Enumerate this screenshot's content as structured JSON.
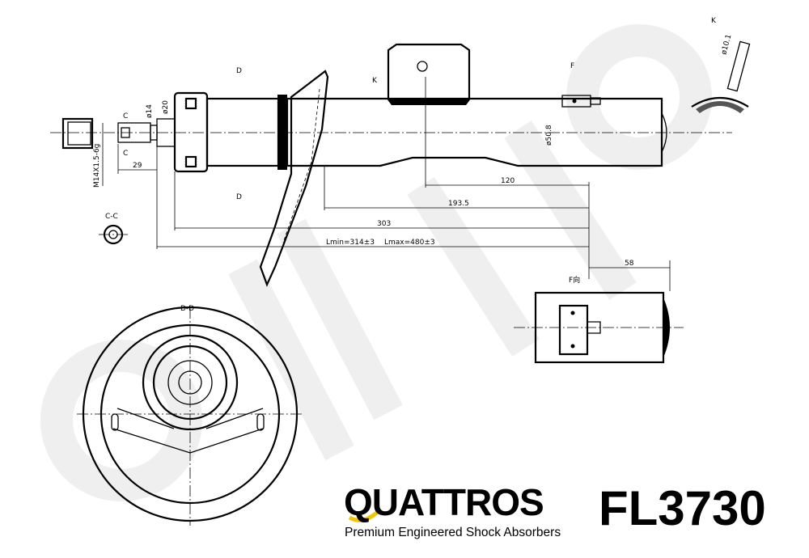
{
  "watermark": {
    "brand": "QUATTROS",
    "tagline": "Premium Engineered Shock Absorbers"
  },
  "labels": {
    "section_d_top": "D",
    "section_d_bottom": "D",
    "view_k_marker": "K",
    "view_f_marker": "F",
    "view_k_title": "K",
    "dia_10_1": "ø10.1",
    "dia_50_8": "ø50.8",
    "dia_14": "ø14",
    "dia_20": "ø20",
    "thread": "M14X1.5-6g",
    "dim_29": "29",
    "section_c_top": "C",
    "section_c_bottom": "C",
    "section_cc": "C-C",
    "dim_120": "120",
    "dim_193_5": "193.5",
    "dim_303": "303",
    "lmin": "Lmin=314±3",
    "lmax": "Lmax=480±3",
    "dim_58": "58",
    "view_f_title": "F向",
    "section_dd": "D-D"
  },
  "logo": {
    "brand": "QUATTROS",
    "tagline": "Premium Engineered Shock Absorbers",
    "accent": "#f5c400"
  },
  "part_number": "FL3730"
}
